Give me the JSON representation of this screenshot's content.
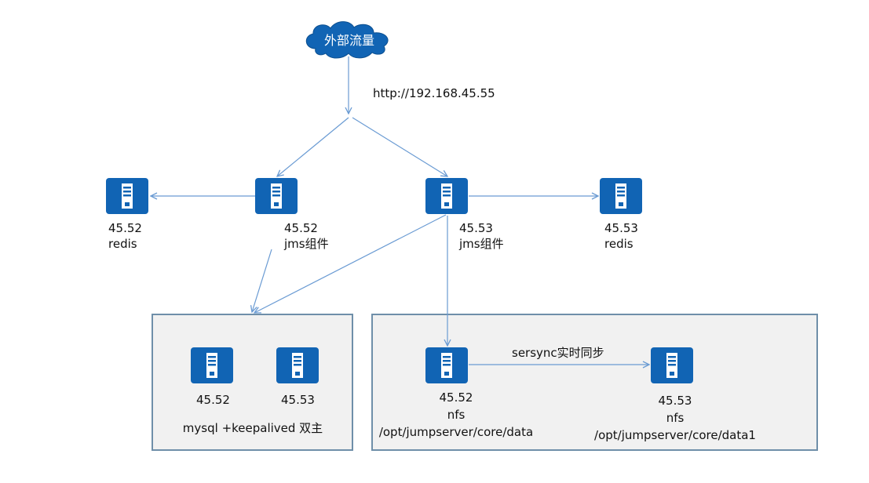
{
  "colors": {
    "server": "#1164b4",
    "line": "#6a9bd3",
    "box_border": "#6f8fa9",
    "box_fill": "#f1f1f1"
  },
  "cloud": {
    "label": "外部流量",
    "icon": "cloud-icon"
  },
  "edge_labels": {
    "http": "http://192.168.45.55",
    "sync": "sersync实时同步"
  },
  "nodes": {
    "redis_52": {
      "ip": "45.52",
      "role": "redis",
      "icon": "server-icon"
    },
    "jms_52": {
      "ip": "45.52",
      "role": "jms组件",
      "icon": "server-icon"
    },
    "jms_53": {
      "ip": "45.53",
      "role": "jms组件",
      "icon": "server-icon"
    },
    "redis_53": {
      "ip": "45.53",
      "role": "redis",
      "icon": "server-icon"
    },
    "mysql_52": {
      "ip": "45.52",
      "icon": "server-icon"
    },
    "mysql_53": {
      "ip": "45.53",
      "icon": "server-icon"
    },
    "nfs_52": {
      "ip": "45.52",
      "role": "nfs",
      "path": "/opt/jumpserver/core/data",
      "icon": "server-icon"
    },
    "nfs_53": {
      "ip": "45.53",
      "role": "nfs",
      "path": "/opt/jumpserver/core/data1",
      "icon": "server-icon"
    }
  },
  "groups": {
    "mysql": {
      "label": "mysql +keepalived 双主"
    }
  }
}
